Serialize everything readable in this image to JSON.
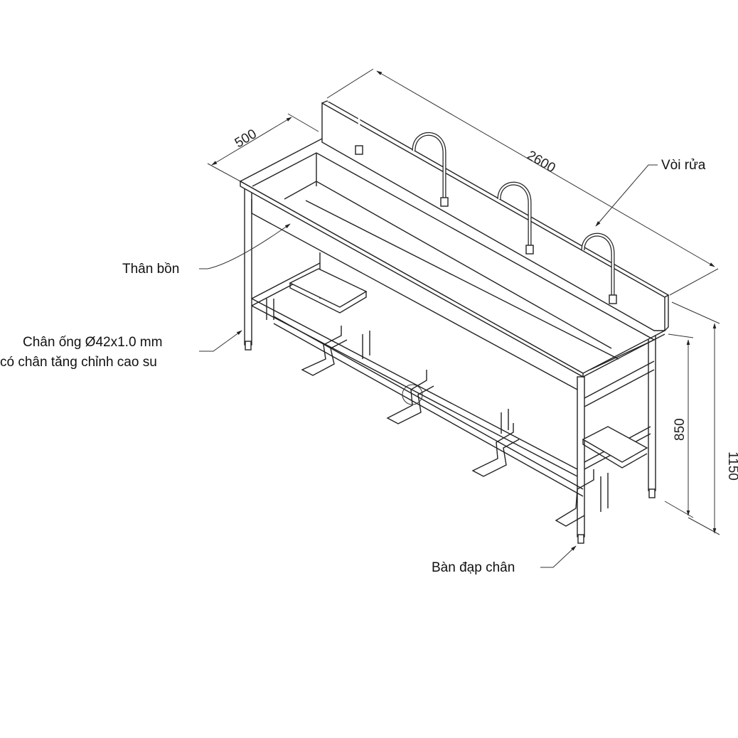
{
  "dimensions": {
    "depth": "500",
    "length": "2600",
    "working_height": "850",
    "total_height": "1150"
  },
  "labels": {
    "faucet": "Vòi rửa",
    "body": "Thân bồn",
    "leg_line1": "Chân ống Ø42x1.0 mm",
    "leg_line2": "có chân tăng chỉnh cao su",
    "pedal": "Bàn đạp chân"
  }
}
